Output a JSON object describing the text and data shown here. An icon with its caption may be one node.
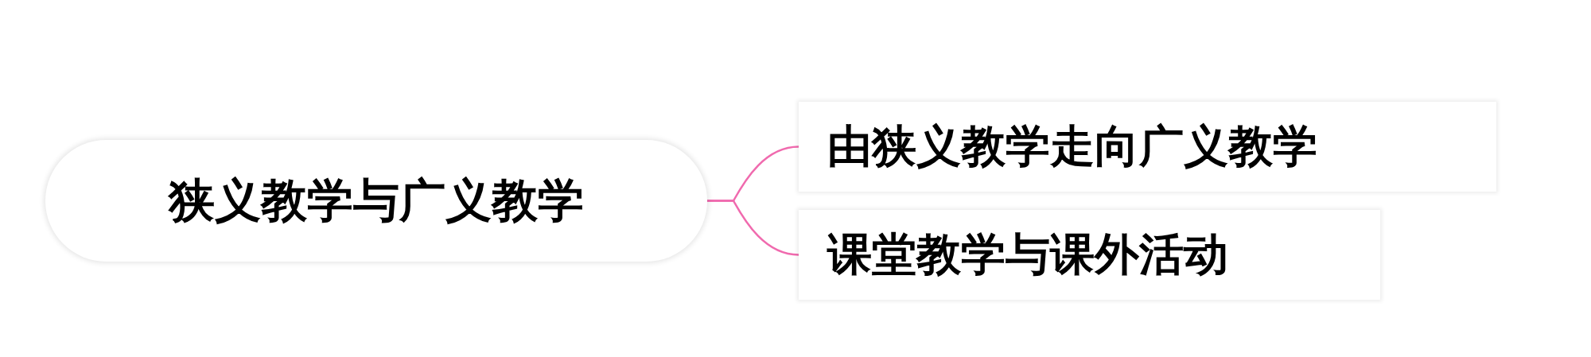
{
  "diagram": {
    "nodes": [
      {
        "text": [
          "狭义教学与广义教学"
        ]
      },
      {
        "text": [
          "由狭义教学走向广义教学"
        ]
      },
      {
        "text": [
          "课堂教学与课外活动"
        ]
      }
    ],
    "edges": [
      {
        "from": 0,
        "to": 1,
        "arrow": "none",
        "color": "#f06aae"
      },
      {
        "from": 0,
        "to": 2,
        "arrow": "none",
        "color": "#f06aae"
      }
    ]
  }
}
